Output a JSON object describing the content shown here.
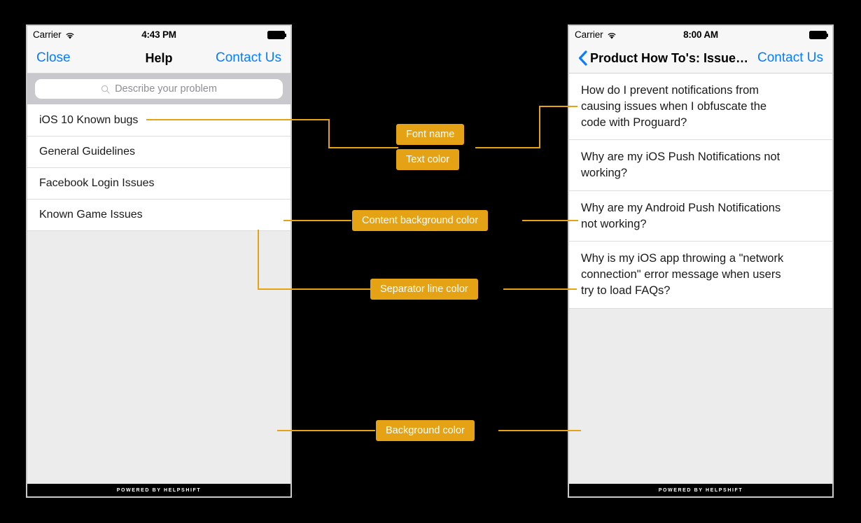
{
  "meta": {
    "accent_color": "#e5a215",
    "link_color": "#0a7cff",
    "content_background_color": "#ffffff",
    "background_color": "#ececec",
    "separator_line_color": "#dcdcdc",
    "text_color": "#1a1a1a"
  },
  "left_phone": {
    "status_bar": {
      "carrier": "Carrier",
      "time": "4:43 PM",
      "wifi_icon": "wifi-icon",
      "battery_icon": "battery-full-icon"
    },
    "nav": {
      "left_button": "Close",
      "title": "Help",
      "right_button": "Contact Us"
    },
    "search": {
      "placeholder": "Describe your problem",
      "icon": "search-icon"
    },
    "sections": [
      {
        "label": "iOS 10 Known bugs"
      },
      {
        "label": "General Guidelines"
      },
      {
        "label": "Facebook Login Issues"
      },
      {
        "label": "Known Game Issues"
      }
    ],
    "footer": "POWERED BY HELPSHIFT"
  },
  "right_phone": {
    "status_bar": {
      "carrier": "Carrier",
      "time": "8:00 AM",
      "wifi_icon": "wifi-icon",
      "battery_icon": "battery-full-icon"
    },
    "nav": {
      "back_icon": "chevron-left-icon",
      "title": "Product How To's: Issue…",
      "right_button": "Contact Us"
    },
    "faqs": [
      {
        "label": "How do I prevent notifications from causing issues when I obfuscate the code with Proguard?"
      },
      {
        "label": "Why are my iOS Push Notifications not working?"
      },
      {
        "label": "Why are my Android Push Notifications not working?"
      },
      {
        "label": "Why is my iOS app throwing a \"network connection\" error message when users try to load FAQs?"
      }
    ],
    "footer": "POWERED BY HELPSHIFT"
  },
  "annotations": [
    {
      "id": "font-name",
      "label": "Font name"
    },
    {
      "id": "text-color",
      "label": "Text color"
    },
    {
      "id": "content-background-color",
      "label": "Content background color"
    },
    {
      "id": "separator-line-color",
      "label": "Separator line color"
    },
    {
      "id": "background-color",
      "label": "Background color"
    }
  ]
}
